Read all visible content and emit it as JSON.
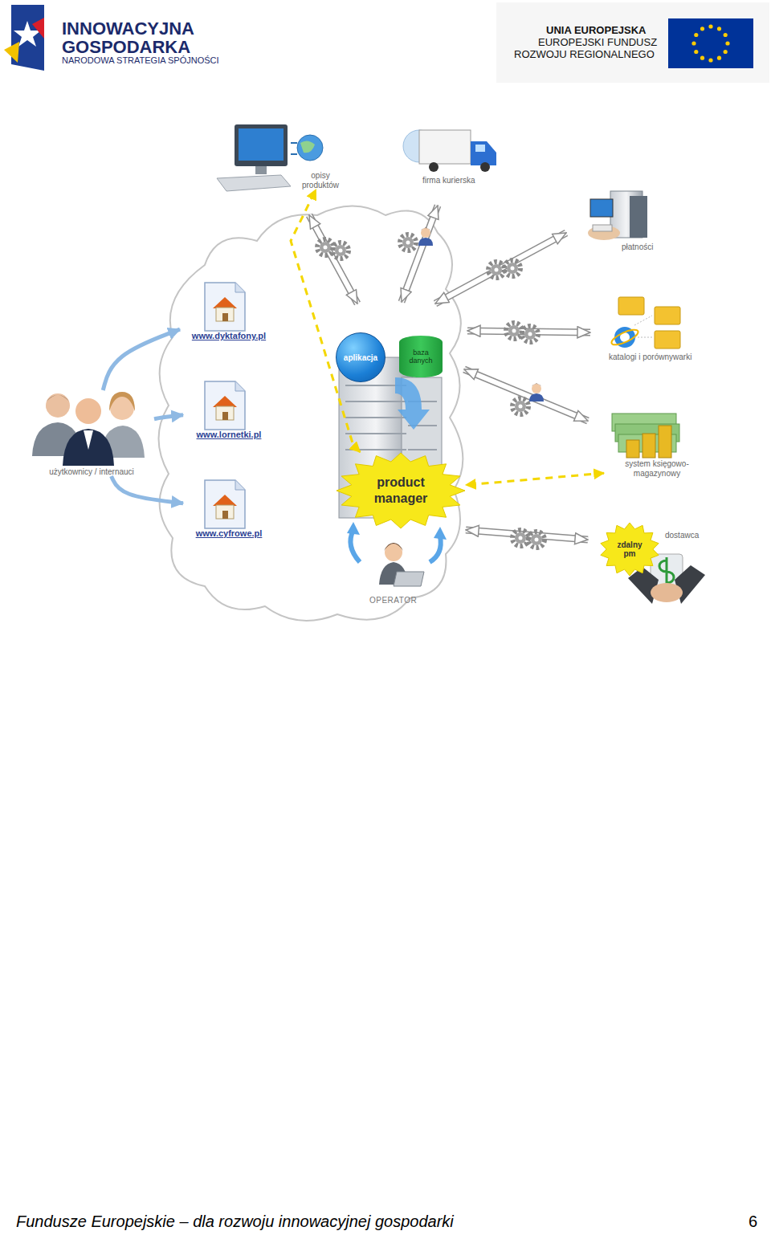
{
  "diagram": {
    "nodes": [
      {
        "text": [
          "opisy produktów"
        ]
      },
      {
        "text": [
          "firma kurierska"
        ]
      },
      {
        "text": [
          "płatności"
        ]
      },
      {
        "text": [
          "www.dyktafony.pl"
        ]
      },
      {
        "text": [
          "aplikacja"
        ]
      },
      {
        "text": [
          "baza danych"
        ]
      },
      {
        "text": [
          "katalogi i porównywarki"
        ]
      },
      {
        "text": [
          "www.lornetki.pl"
        ]
      },
      {
        "text": [
          "użytkownicy / internauci"
        ]
      },
      {
        "text": [
          "system księgowo-magazynowy"
        ]
      },
      {
        "text": [
          "product manager"
        ]
      },
      {
        "text": [
          "www.cyfrowe.pl"
        ]
      },
      {
        "text": [
          "zdalny pm"
        ]
      },
      {
        "text": [
          "dostawca"
        ]
      },
      {
        "text": [
          "OPERATOR"
        ]
      }
    ],
    "edges": [
      {
        "from": 8,
        "to": 3,
        "arrow": "to"
      },
      {
        "from": 8,
        "to": 7,
        "arrow": "to"
      },
      {
        "from": 8,
        "to": 11,
        "arrow": "to"
      },
      {
        "from": 10,
        "to": 0,
        "arrow": "both"
      },
      {
        "from": 9,
        "to": 10,
        "arrow": "both"
      }
    ],
    "labels": [
      "INNOWACYJNA",
      "GOSPODARKA",
      "NARODOWA STRATEGIA SPÓJNOŚCI",
      "UNIA EUROPEJSKA",
      "EUROPEJSKI FUNDUSZ",
      "ROZWOJU REGIONALNEGO",
      "Fundusze Europejskie – dla rozwoju innowacyjnej gospodarki",
      "6"
    ]
  }
}
